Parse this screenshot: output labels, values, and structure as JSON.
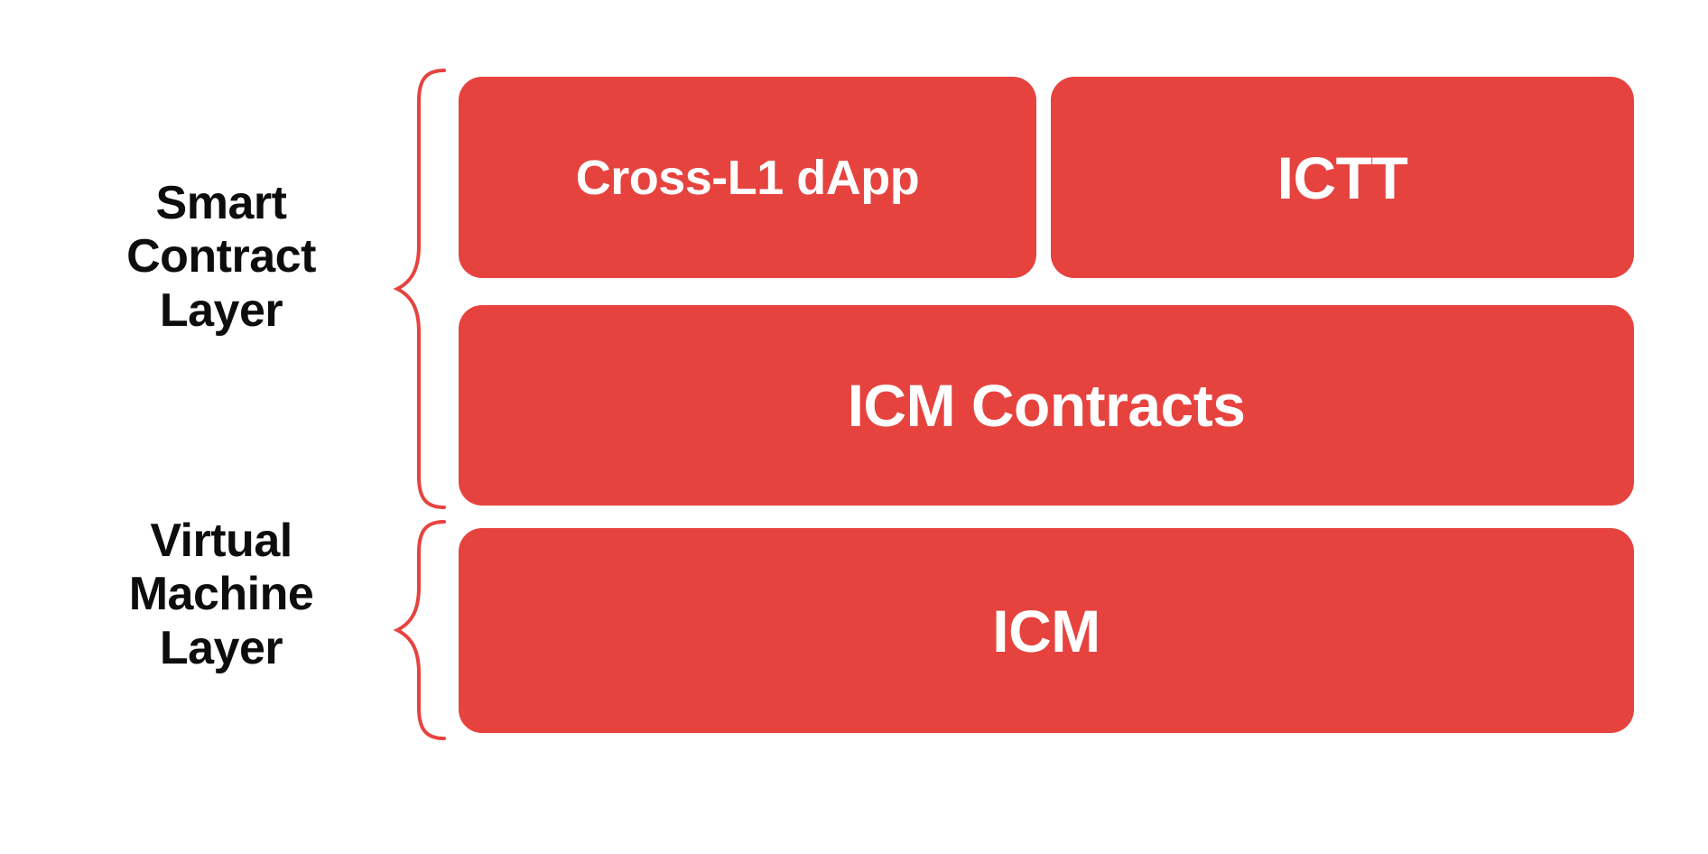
{
  "diagram": {
    "title": "Smart Contract and Virtual Machine Layer Stack",
    "background_color": "#ffffff",
    "accent_color": "#e6433f",
    "label_color": "#0d0d0d",
    "box_text_color": "#ffffff"
  },
  "layers": [
    {
      "id": "smart-contract-layer",
      "label": "Smart\nContract\nLayer",
      "brace_color": "#e6433f",
      "boxes": [
        {
          "id": "cross-l1-dapp",
          "label": "Cross-L1 dApp",
          "color": "#e6433f"
        },
        {
          "id": "ictt",
          "label": "ICTT",
          "color": "#e6433f"
        },
        {
          "id": "icm-contracts",
          "label": "ICM Contracts",
          "color": "#e6433f"
        }
      ]
    },
    {
      "id": "virtual-machine-layer",
      "label": "Virtual\nMachine\nLayer",
      "brace_color": "#e6433f",
      "boxes": [
        {
          "id": "icm",
          "label": "ICM",
          "color": "#e6433f"
        }
      ]
    }
  ]
}
